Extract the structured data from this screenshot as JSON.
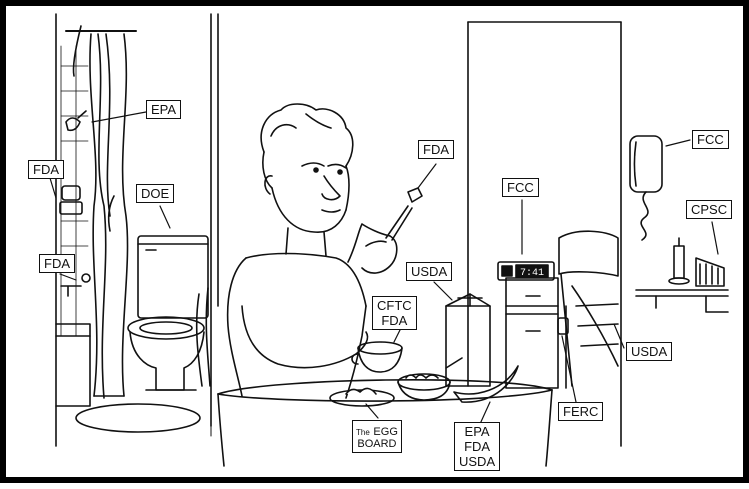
{
  "labels": {
    "epa_shower": "EPA",
    "fda_bath": "FDA",
    "fda_sink": "FDA",
    "doe": "DOE",
    "fda_toothbrush": "FDA",
    "fcc_clock": "FCC",
    "fcc_phone": "FCC",
    "cpsc": "CPSC",
    "usda_milk": "USDA",
    "cftc": "CFTC",
    "fda_coffee": "FDA",
    "usda_bed": "USDA",
    "ferc": "FERC",
    "egg_the": "The",
    "egg_egg": "EGG",
    "egg_board": "BOARD",
    "banana_epa": "EPA",
    "banana_fda": "FDA",
    "banana_usda": "USDA"
  },
  "clock": {
    "time": "7:41"
  }
}
